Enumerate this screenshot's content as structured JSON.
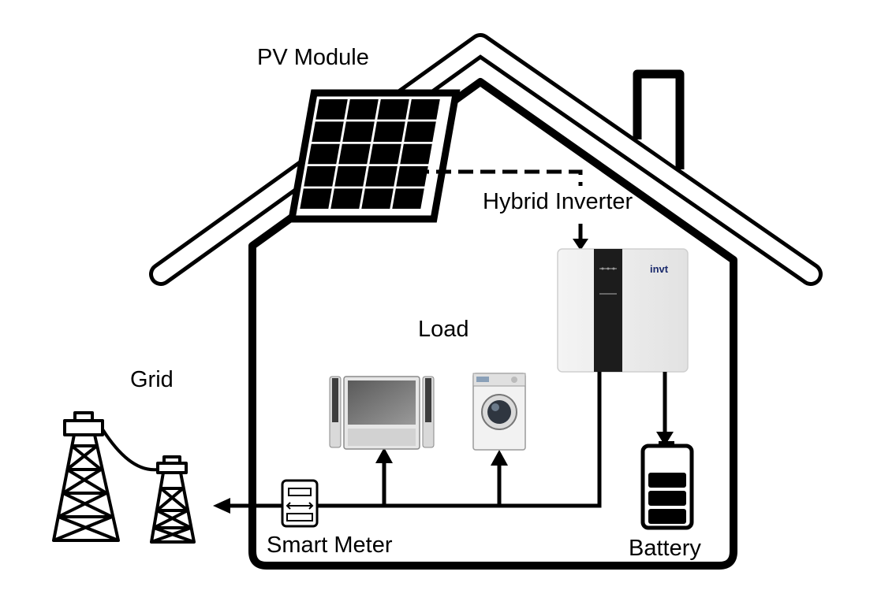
{
  "labels": {
    "pv_module": "PV Module",
    "hybrid_inverter": "Hybrid Inverter",
    "load": "Load",
    "grid": "Grid",
    "smart_meter": "Smart Meter",
    "battery": "Battery"
  },
  "inverter": {
    "brand": "invt"
  },
  "icons": [
    "pv-module-icon",
    "hybrid-inverter-icon",
    "tv-icon",
    "washing-machine-icon",
    "battery-icon",
    "smart-meter-icon",
    "grid-tower-icon"
  ],
  "colors": {
    "line": "#000000",
    "background": "#ffffff",
    "inverter_panel": "#1c1c1c"
  }
}
